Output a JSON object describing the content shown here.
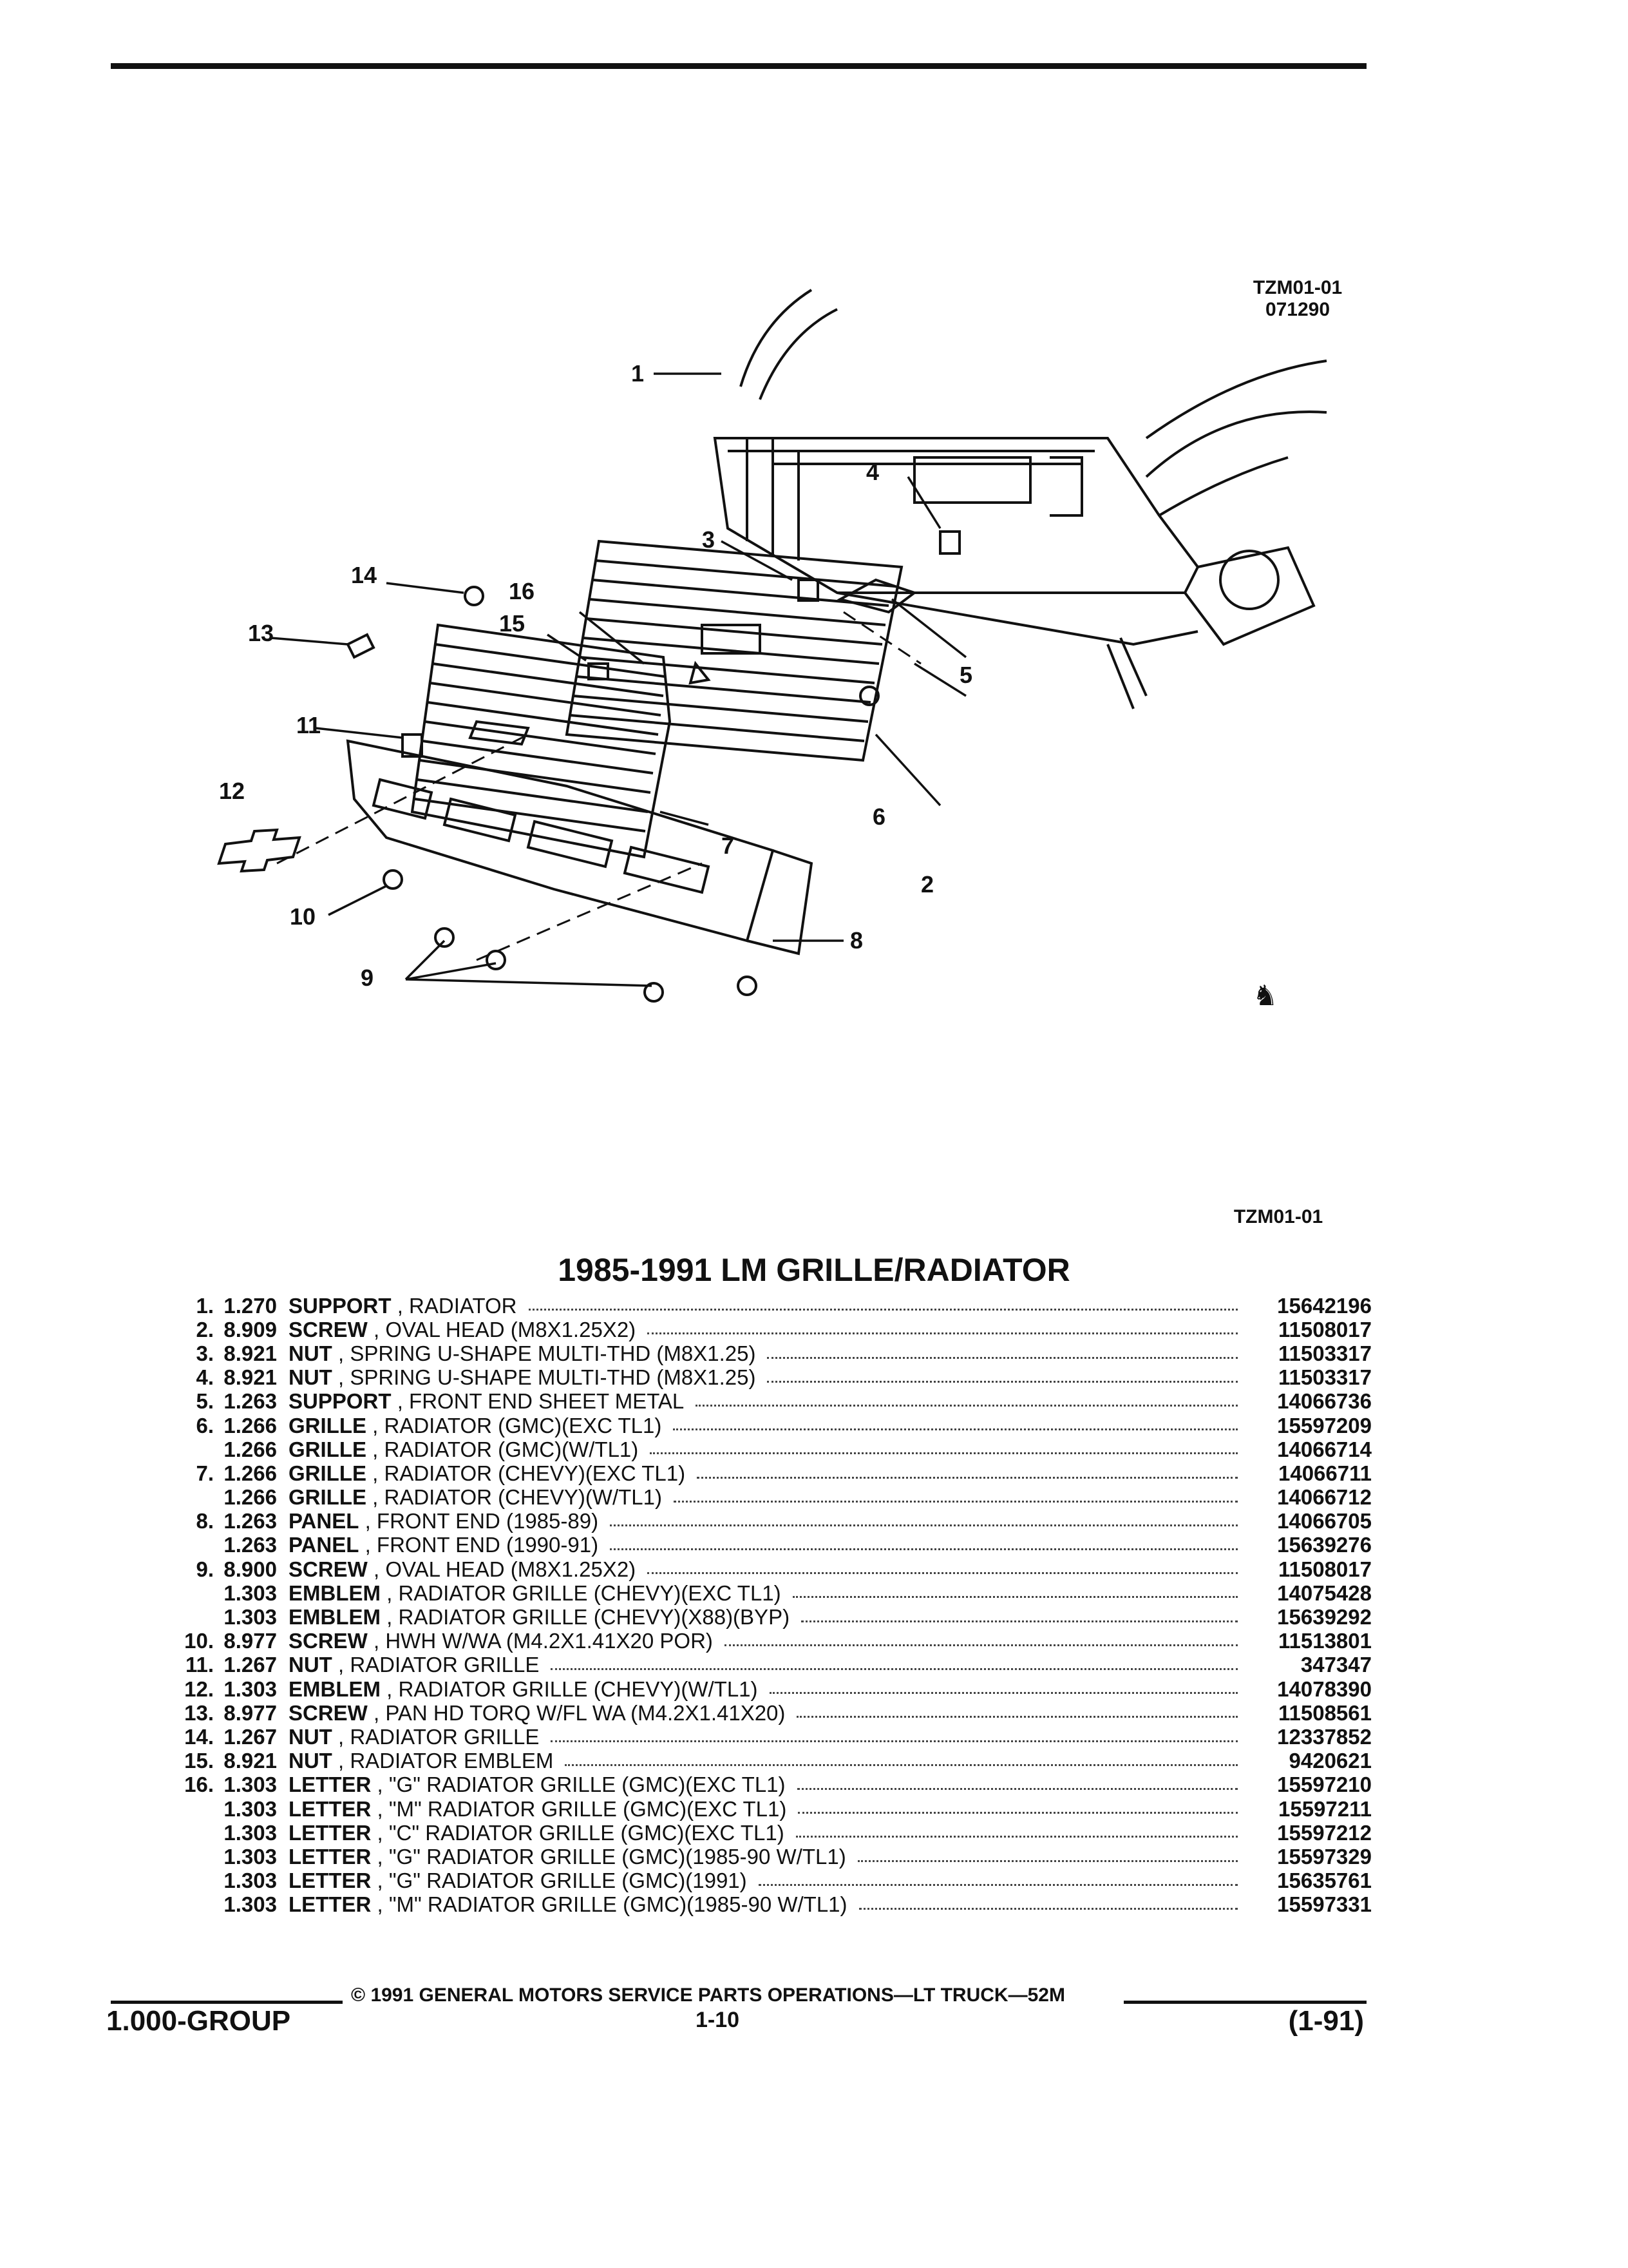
{
  "header": {
    "figure_code": "TZM01-01",
    "figure_date": "071290",
    "figure_code_bottom": "TZM01-01"
  },
  "callouts": [
    "1",
    "2",
    "3",
    "4",
    "5",
    "6",
    "7",
    "8",
    "9",
    "10",
    "11",
    "12",
    "13",
    "14",
    "15",
    "16"
  ],
  "title": "1985-1991 LM GRILLE/RADIATOR",
  "parts": [
    {
      "num": "1.",
      "cat": "1.270",
      "name": "SUPPORT",
      "detail": " , RADIATOR",
      "part": "15642196"
    },
    {
      "num": "2.",
      "cat": "8.909",
      "name": "SCREW",
      "detail": " , OVAL HEAD (M8X1.25X2)",
      "part": "11508017"
    },
    {
      "num": "3.",
      "cat": "8.921",
      "name": "NUT",
      "detail": " , SPRING U-SHAPE MULTI-THD (M8X1.25)",
      "part": "11503317"
    },
    {
      "num": "4.",
      "cat": "8.921",
      "name": "NUT",
      "detail": " , SPRING U-SHAPE MULTI-THD (M8X1.25)",
      "part": "11503317"
    },
    {
      "num": "5.",
      "cat": "1.263",
      "name": "SUPPORT",
      "detail": " , FRONT END SHEET METAL",
      "part": "14066736"
    },
    {
      "num": "6.",
      "cat": "1.266",
      "name": "GRILLE",
      "detail": " , RADIATOR (GMC)(EXC TL1)",
      "part": "15597209"
    },
    {
      "num": "",
      "cat": "1.266",
      "name": "GRILLE",
      "detail": " , RADIATOR (GMC)(W/TL1)",
      "part": "14066714"
    },
    {
      "num": "7.",
      "cat": "1.266",
      "name": "GRILLE",
      "detail": " , RADIATOR (CHEVY)(EXC TL1)",
      "part": "14066711"
    },
    {
      "num": "",
      "cat": "1.266",
      "name": "GRILLE",
      "detail": " , RADIATOR (CHEVY)(W/TL1)",
      "part": "14066712"
    },
    {
      "num": "8.",
      "cat": "1.263",
      "name": "PANEL",
      "detail": " , FRONT END (1985-89)",
      "part": "14066705"
    },
    {
      "num": "",
      "cat": "1.263",
      "name": "PANEL",
      "detail": " , FRONT END (1990-91)",
      "part": "15639276"
    },
    {
      "num": "9.",
      "cat": "8.900",
      "name": "SCREW",
      "detail": " , OVAL HEAD (M8X1.25X2)",
      "part": "11508017"
    },
    {
      "num": "",
      "cat": "1.303",
      "name": "EMBLEM",
      "detail": " , RADIATOR GRILLE (CHEVY)(EXC TL1)",
      "part": "14075428"
    },
    {
      "num": "",
      "cat": "1.303",
      "name": "EMBLEM",
      "detail": " , RADIATOR GRILLE (CHEVY)(X88)(BYP)",
      "part": "15639292"
    },
    {
      "num": "10.",
      "cat": "8.977",
      "name": "SCREW",
      "detail": " , HWH W/WA (M4.2X1.41X20 POR)",
      "part": "11513801"
    },
    {
      "num": "11.",
      "cat": "1.267",
      "name": "NUT",
      "detail": " , RADIATOR GRILLE",
      "part": "347347"
    },
    {
      "num": "12.",
      "cat": "1.303",
      "name": "EMBLEM",
      "detail": " , RADIATOR GRILLE (CHEVY)(W/TL1)",
      "part": "14078390"
    },
    {
      "num": "13.",
      "cat": "8.977",
      "name": "SCREW",
      "detail": " , PAN HD TORQ W/FL WA (M4.2X1.41X20)",
      "part": "11508561"
    },
    {
      "num": "14.",
      "cat": "1.267",
      "name": "NUT",
      "detail": " , RADIATOR GRILLE",
      "part": "12337852"
    },
    {
      "num": "15.",
      "cat": "8.921",
      "name": "NUT",
      "detail": " , RADIATOR EMBLEM",
      "part": "9420621"
    },
    {
      "num": "16.",
      "cat": "1.303",
      "name": "LETTER",
      "detail": " , \"G\" RADIATOR GRILLE (GMC)(EXC TL1)",
      "part": "15597210"
    },
    {
      "num": "",
      "cat": "1.303",
      "name": "LETTER",
      "detail": " , \"M\" RADIATOR GRILLE (GMC)(EXC TL1)",
      "part": "15597211"
    },
    {
      "num": "",
      "cat": "1.303",
      "name": "LETTER",
      "detail": " , \"C\" RADIATOR GRILLE (GMC)(EXC TL1)",
      "part": "15597212"
    },
    {
      "num": "",
      "cat": "1.303",
      "name": "LETTER",
      "detail": " , \"G\" RADIATOR GRILLE (GMC)(1985-90 W/TL1)",
      "part": "15597329"
    },
    {
      "num": "",
      "cat": "1.303",
      "name": "LETTER",
      "detail": " , \"G\" RADIATOR GRILLE (GMC)(1991)",
      "part": "15635761"
    },
    {
      "num": "",
      "cat": "1.303",
      "name": "LETTER",
      "detail": " , \"M\" RADIATOR GRILLE (GMC)(1985-90 W/TL1)",
      "part": "15597331"
    }
  ],
  "footer": {
    "copyright": "© 1991 GENERAL MOTORS SERVICE PARTS OPERATIONS—LT TRUCK—52M",
    "group": "1.000-GROUP",
    "page": "1-10",
    "revision": "(1-91)"
  }
}
